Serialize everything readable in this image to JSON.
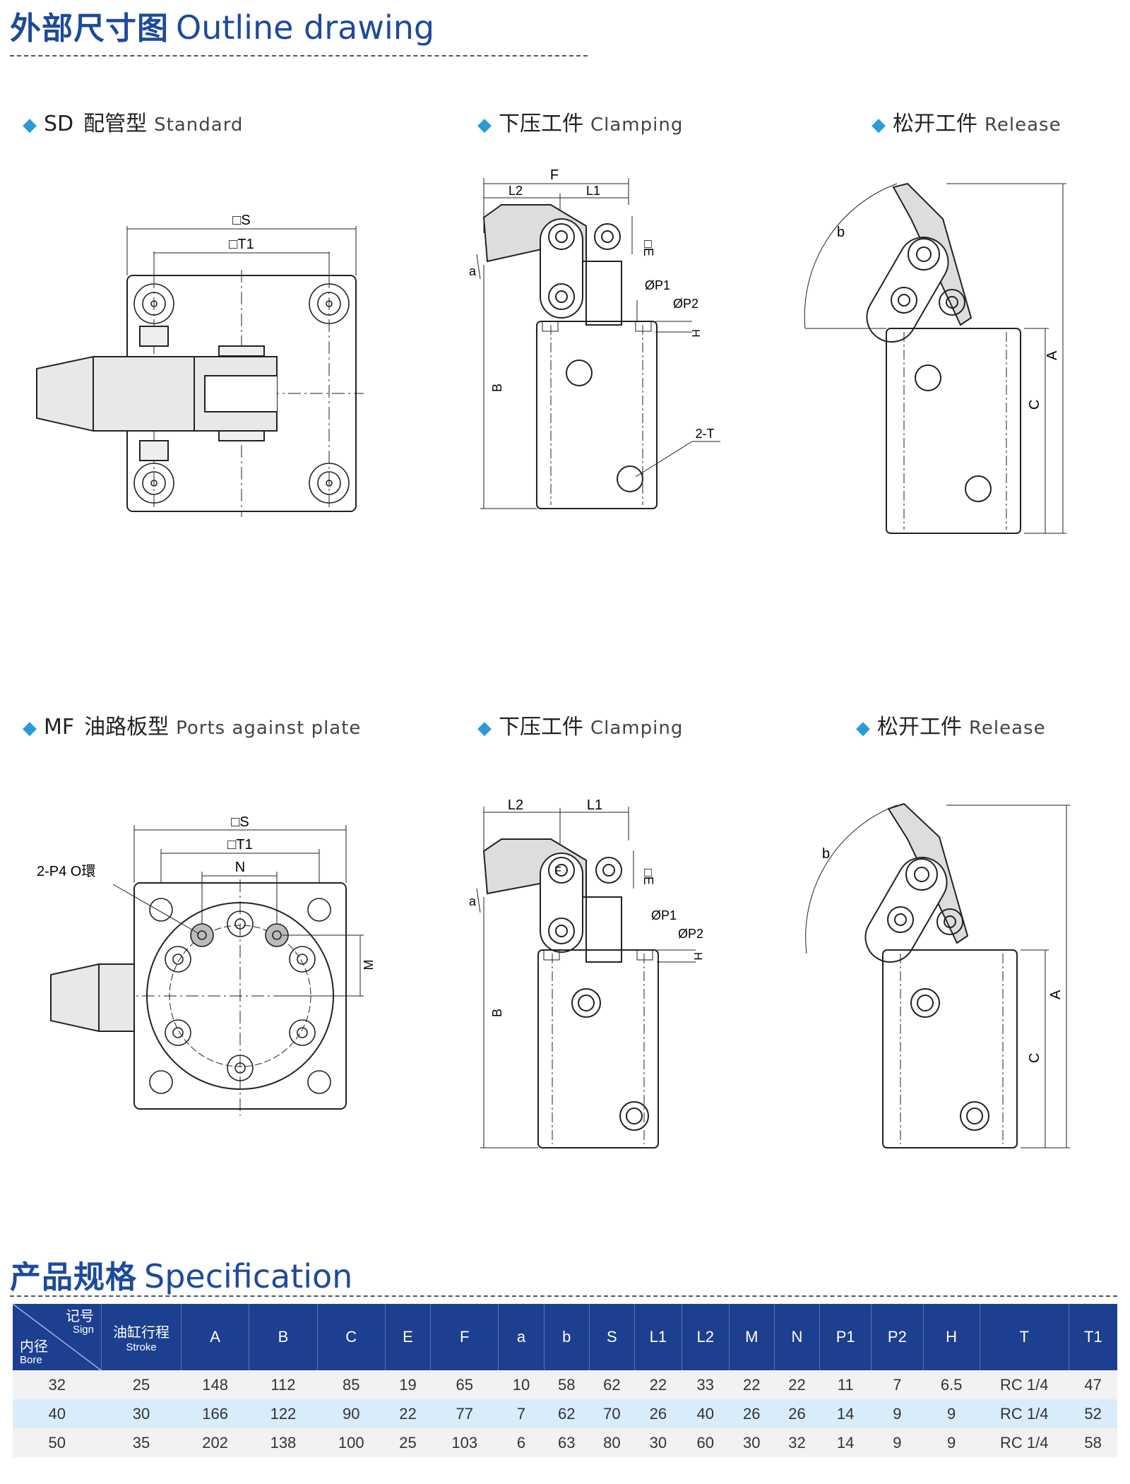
{
  "outline": {
    "cn": "外部尺寸图",
    "en": "Outline drawing"
  },
  "spec_heading": {
    "cn": "产品规格",
    "en": "Specification"
  },
  "sections": {
    "sd": {
      "code": "SD",
      "cn": "配管型",
      "en": "Standard"
    },
    "sd_clamp": {
      "cn": "下压工件",
      "en": "Clamping"
    },
    "sd_release": {
      "cn": "松开工件",
      "en": "Release"
    },
    "mf": {
      "code": "MF",
      "cn": "油路板型",
      "en": "Ports against plate"
    },
    "mf_clamp": {
      "cn": "下压工件",
      "en": "Clamping"
    },
    "mf_release": {
      "cn": "松开工件",
      "en": "Release"
    }
  },
  "labels": {
    "S": "□S",
    "T1": "□T1",
    "N": "N",
    "M": "M",
    "P4": "2-P4  O環",
    "F": "F",
    "L1": "L1",
    "L2": "L2",
    "E": "□E",
    "P1": "ØP1",
    "P2": "ØP2",
    "H": "H",
    "B": "B",
    "a": "a",
    "b": "b",
    "A": "A",
    "C": "C",
    "T": "2-T"
  },
  "table": {
    "corner_sign_cn": "记号",
    "corner_sign_en": "Sign",
    "corner_bore_cn": "内径",
    "corner_bore_en": "Bore",
    "stroke_cn": "油缸行程",
    "stroke_en": "Stroke",
    "columns": [
      "A",
      "B",
      "C",
      "E",
      "F",
      "a",
      "b",
      "S",
      "L1",
      "L2",
      "M",
      "N",
      "P1",
      "P2",
      "H",
      "T",
      "T1"
    ],
    "rows": [
      [
        "32",
        "25",
        "148",
        "112",
        "85",
        "19",
        "65",
        "10",
        "58",
        "62",
        "22",
        "33",
        "22",
        "22",
        "11",
        "7",
        "6.5",
        "RC 1/4",
        "47"
      ],
      [
        "40",
        "30",
        "166",
        "122",
        "90",
        "22",
        "77",
        "7",
        "62",
        "70",
        "26",
        "40",
        "26",
        "26",
        "14",
        "9",
        "9",
        "RC 1/4",
        "52"
      ],
      [
        "50",
        "35",
        "202",
        "138",
        "100",
        "25",
        "103",
        "6",
        "63",
        "80",
        "30",
        "60",
        "30",
        "32",
        "14",
        "9",
        "9",
        "RC 1/4",
        "58"
      ]
    ]
  },
  "colors": {
    "brand_blue": "#1d4a9c",
    "header_blue": "#1d3f8f",
    "diamond": "#2b9bd8",
    "row_alt": "#d9ecfa"
  }
}
